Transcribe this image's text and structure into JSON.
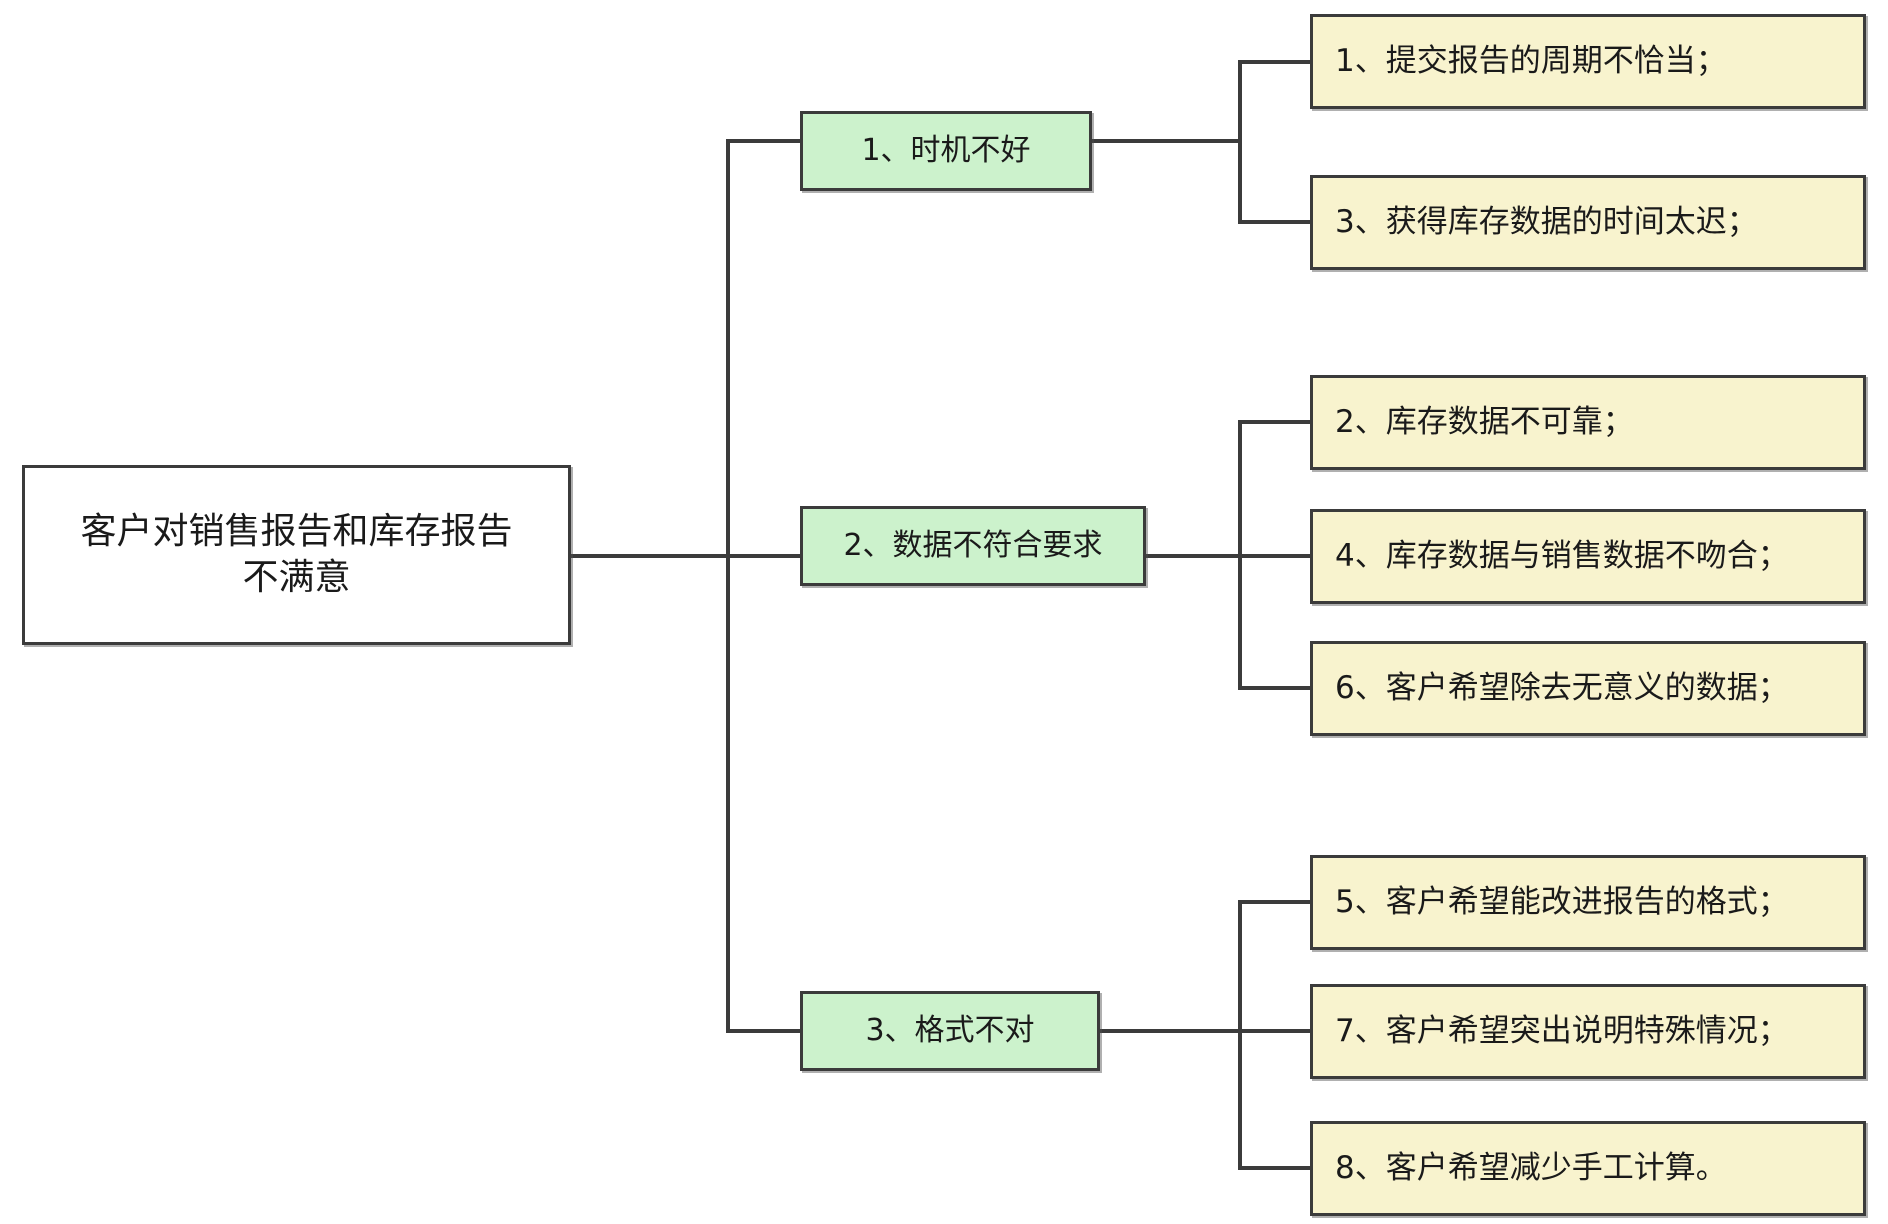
{
  "diagram": {
    "type": "tree-mindmap",
    "orientation": "left-to-right",
    "colors": {
      "root_fill": "#ffffff",
      "cause_fill": "#ccf2cc",
      "detail_fill": "#f8f3ce",
      "border": "#3b3b3b",
      "text": "#1a1a1a",
      "background": "#ffffff"
    },
    "root": {
      "label": "客户对销售报告和库存报告不满意",
      "line1": "客户对销售报告和库存报告",
      "line2": "不满意"
    },
    "branches": [
      {
        "label": "1、时机不好",
        "details": [
          {
            "label": "1、提交报告的周期不恰当；"
          },
          {
            "label": "3、获得库存数据的时间太迟；"
          }
        ]
      },
      {
        "label": "2、数据不符合要求",
        "details": [
          {
            "label": "2、库存数据不可靠；"
          },
          {
            "label": "4、库存数据与销售数据不吻合；"
          },
          {
            "label": "6、客户希望除去无意义的数据；"
          }
        ]
      },
      {
        "label": "3、格式不对",
        "details": [
          {
            "label": "5、客户希望能改进报告的格式；"
          },
          {
            "label": "7、客户希望突出说明特殊情况；"
          },
          {
            "label": "8、客户希望减少手工计算。"
          }
        ]
      }
    ]
  }
}
